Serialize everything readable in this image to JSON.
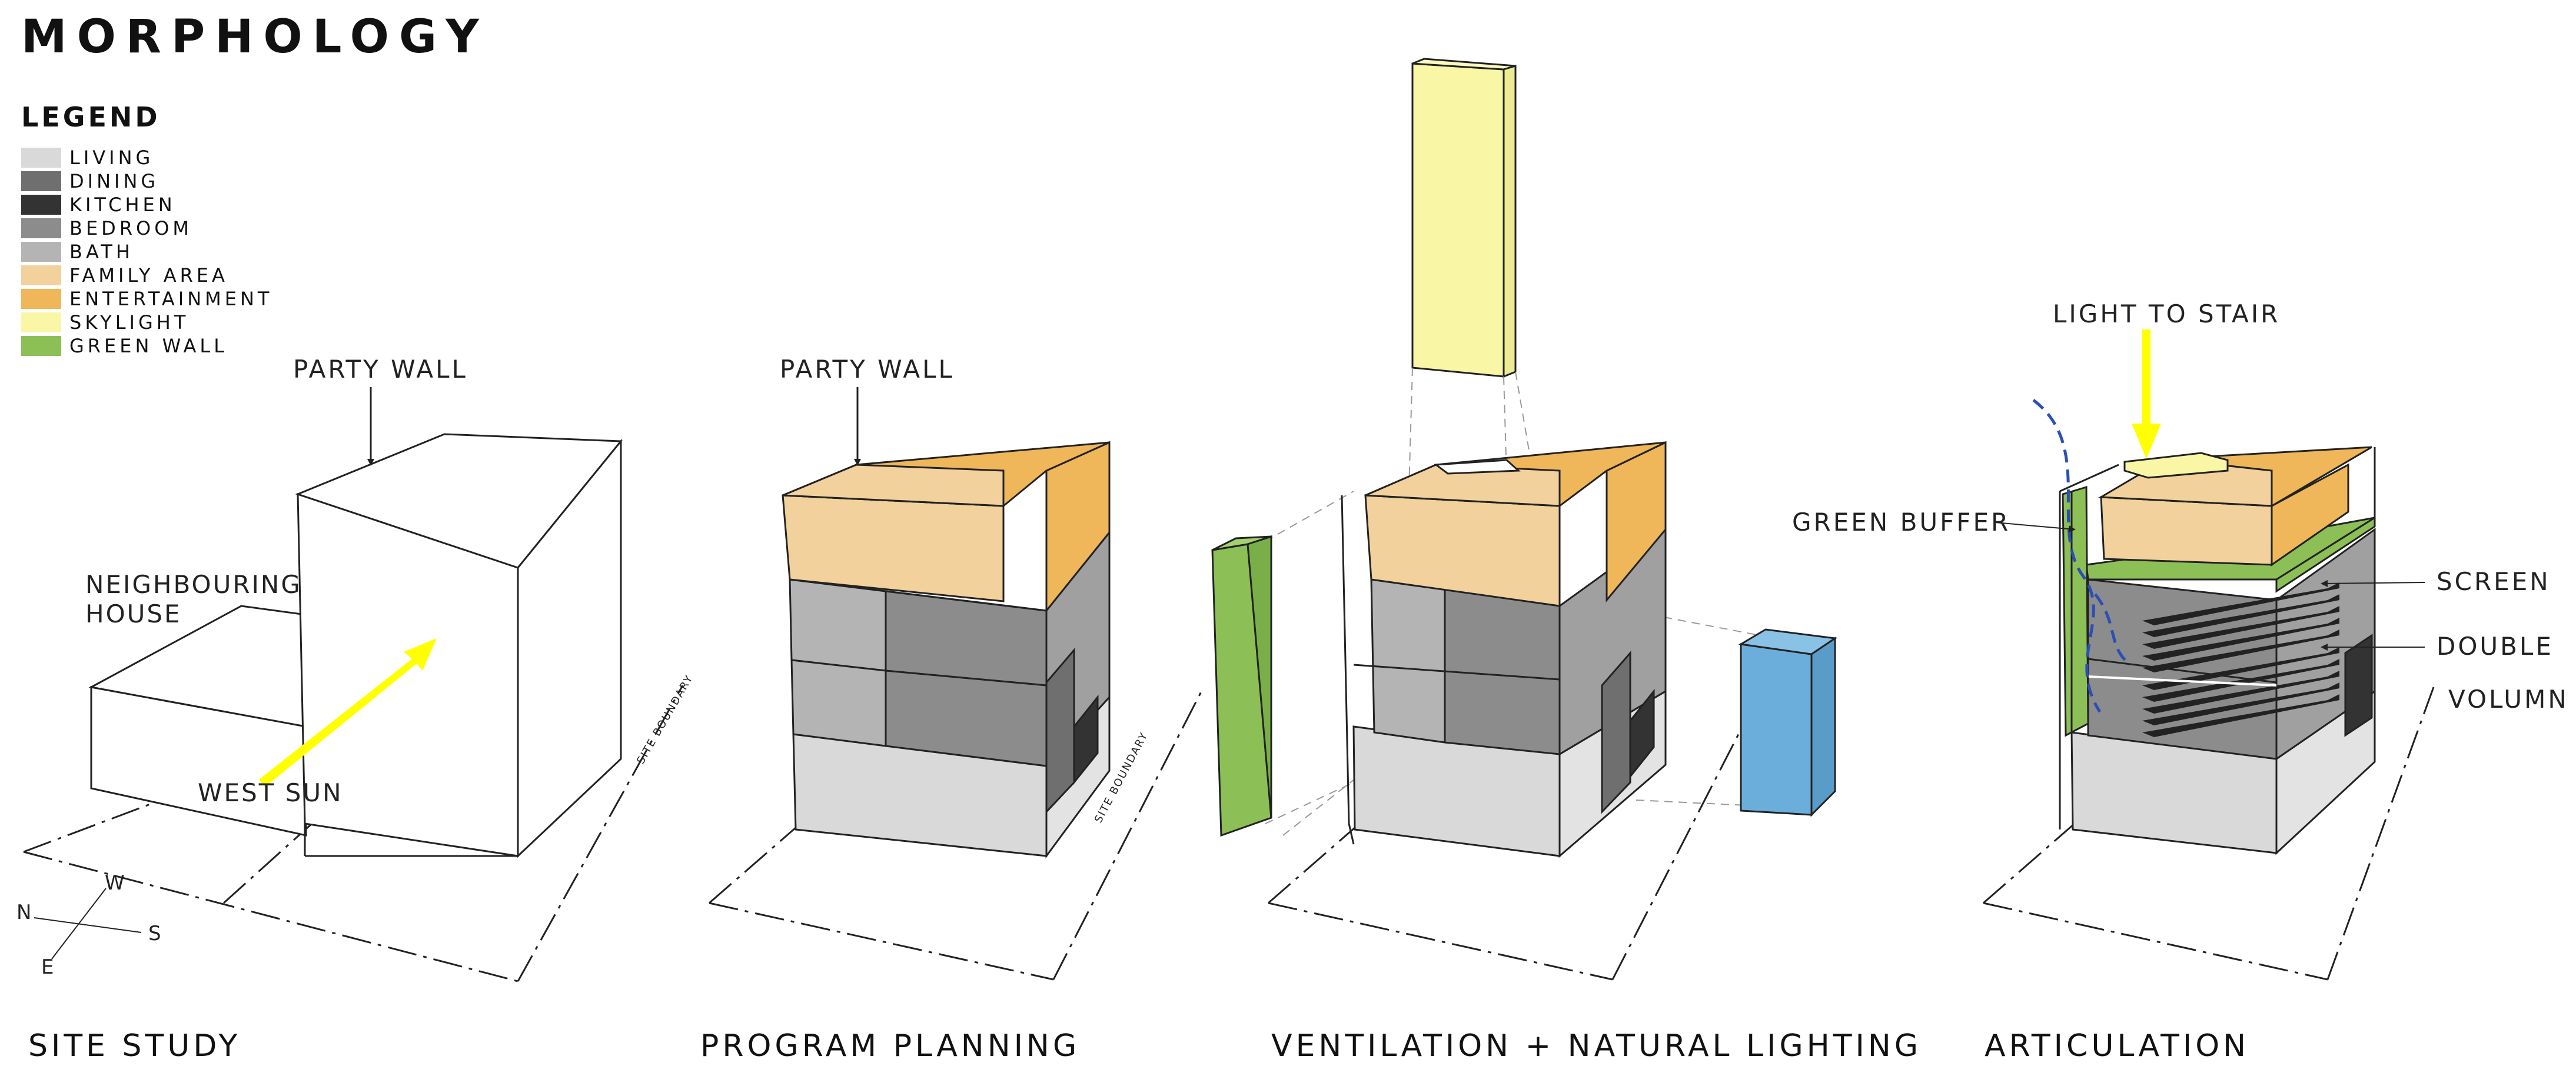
{
  "title": "MORPHOLOGY",
  "legend": {
    "heading": "LEGEND",
    "items": [
      {
        "label": "LIVING",
        "color": "#d9d9d9"
      },
      {
        "label": "DINING",
        "color": "#6f6f6f"
      },
      {
        "label": "KITCHEN",
        "color": "#333333"
      },
      {
        "label": "BEDROOM",
        "color": "#8c8c8c"
      },
      {
        "label": "BATH",
        "color": "#b4b4b4"
      },
      {
        "label": "FAMILY AREA",
        "color": "#f3d19c"
      },
      {
        "label": "ENTERTAINMENT",
        "color": "#efb65a"
      },
      {
        "label": "SKYLIGHT",
        "color": "#f9f7a6"
      },
      {
        "label": "GREEN WALL",
        "color": "#8cc057"
      }
    ]
  },
  "panels": {
    "site_study": {
      "caption": "SITE STUDY",
      "party_wall": "PARTY WALL",
      "neighbouring_1": "NEIGHBOURING",
      "neighbouring_2": "HOUSE",
      "west_sun": "WEST SUN",
      "site_boundary": "SITE BOUNDARY",
      "compass": {
        "n": "N",
        "w": "W",
        "s": "S",
        "e": "E"
      }
    },
    "program_planning": {
      "caption": "PROGRAM PLANNING",
      "party_wall": "PARTY WALL",
      "site_boundary": "SITE BOUNDARY"
    },
    "ventilation": {
      "caption": "VENTILATION + NATURAL LIGHTING"
    },
    "articulation": {
      "caption": "ARTICULATION",
      "light_to_stair": "LIGHT TO STAIR",
      "green_buffer": "GREEN BUFFER",
      "screen": "SCREEN",
      "double": "DOUBLE",
      "volumn": "VOLUMN"
    }
  }
}
